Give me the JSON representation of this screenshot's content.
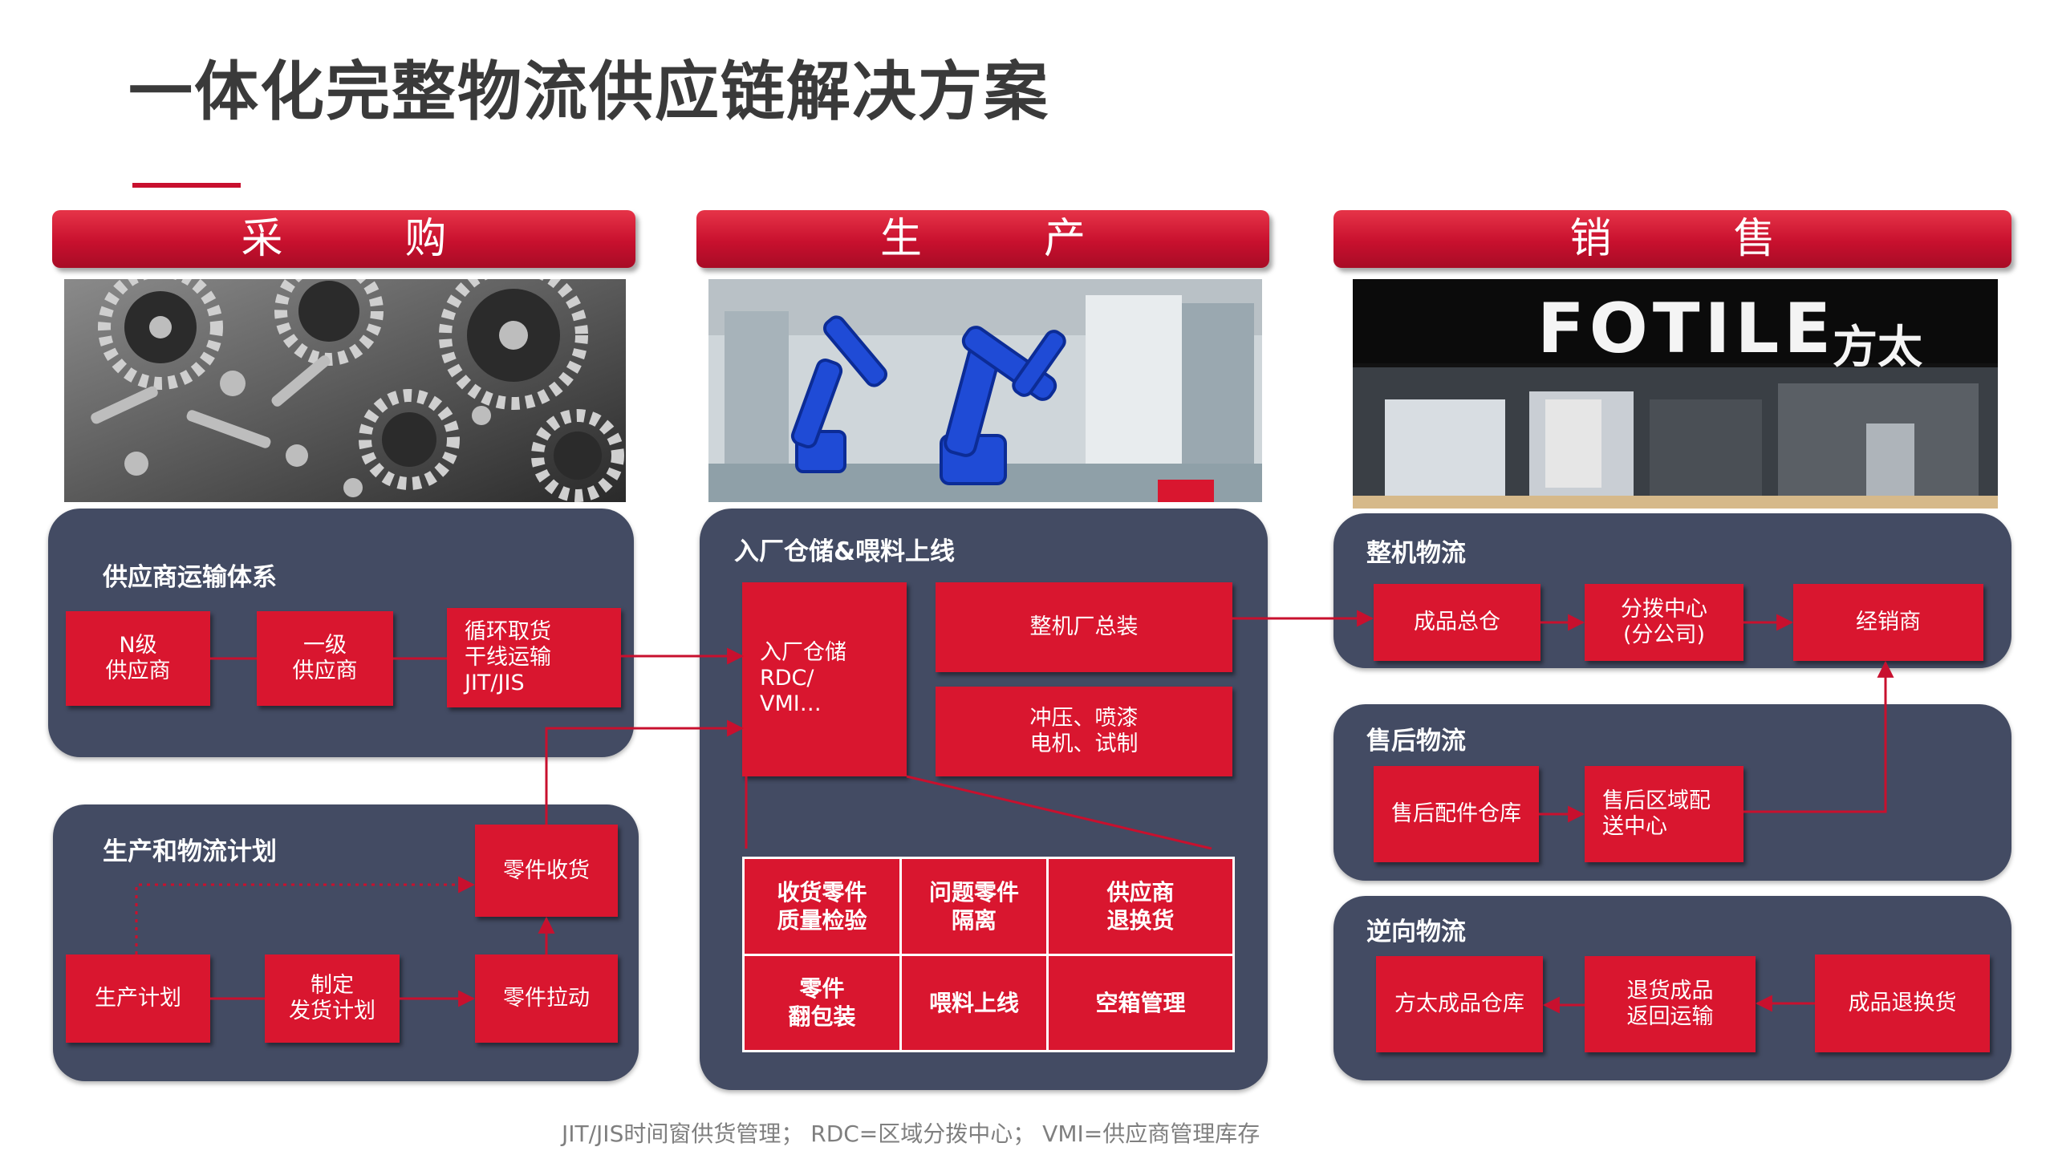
{
  "title": "一体化完整物流供应链解决方案",
  "columns": {
    "procurement": "采　购",
    "production": "生　产",
    "sales": "销　售"
  },
  "procurement_panel": {
    "title": "供应商运输体系",
    "n_supplier": "N级\n供应商",
    "tier1_supplier": "一级\n供应商",
    "milk_run": "循环取货\n干线运输\nJIT/JIS"
  },
  "planning_panel": {
    "title": "生产和物流计划",
    "production_plan": "生产计划",
    "shipping_plan": "制定\n发货计划",
    "parts_pull": "零件拉动",
    "parts_receipt": "零件收货"
  },
  "production_panel": {
    "title": "入厂仓储&喂料上线",
    "inbound_warehouse": "入厂仓储\nRDC/\nVMI…",
    "assembly": "整机厂总装",
    "processes": "冲压、喷漆\n电机、试制",
    "grid": [
      "收货零件\n质量检验",
      "问题零件\n隔离",
      "供应商\n退换货",
      "零件\n翻包装",
      "喂料上线",
      "空箱管理"
    ]
  },
  "sales_panel": {
    "title": "整机物流",
    "finished_warehouse": "成品总仓",
    "distribution_center": "分拨中心\n(分公司)",
    "dealer": "经销商"
  },
  "aftersales_panel": {
    "title": "售后物流",
    "parts_warehouse": "售后配件仓库",
    "regional_center": "售后区域配\n送中心"
  },
  "reverse_panel": {
    "title": "逆向物流",
    "fotile_warehouse": "方太成品仓库",
    "return_transport": "退货成品\n返回运输",
    "product_return": "成品退换货"
  },
  "store_sign": {
    "brand": "FOTILE",
    "brand_cn": "方太"
  },
  "footer": "JIT/JIS时间窗供货管理；  RDC=区域分拨中心；  VMI=供应商管理库存",
  "colors": {
    "accent_red": "#d9162f",
    "panel_navy": "#434b63",
    "title_gray": "#3a3a3a",
    "footer_gray": "#7f7f7f"
  }
}
